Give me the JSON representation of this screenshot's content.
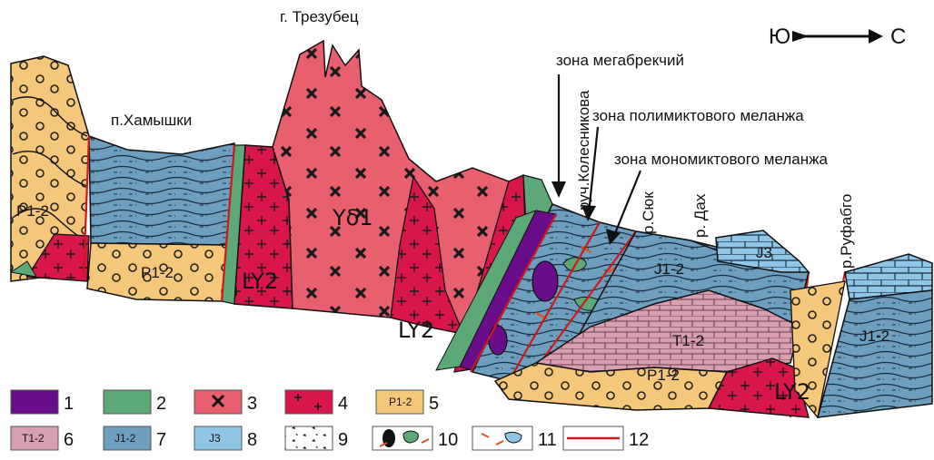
{
  "title_peak": "г. Трезубец",
  "settlement": "п.Хамышки",
  "compass": {
    "south": "Ю",
    "north": "С"
  },
  "zones": {
    "megabreccia": "зона мегабрекчий",
    "polymict": "зона полимиктового меланжа",
    "monomict": "зона мономиктового меланжа"
  },
  "rivers": {
    "kolesnikova": "руч.Колесникова",
    "syuk": "р.Сюк",
    "dakh": "р. Дах",
    "rufabgo": "р.Руфабго"
  },
  "units": {
    "p12": "P1-2",
    "t12": "T1-2",
    "j12": "J1-2",
    "j3": "J3",
    "ly2": "LY2",
    "yd1": "Yδ1"
  },
  "legend": [
    {
      "num": "1",
      "color": "#6a0d8a"
    },
    {
      "num": "2",
      "color": "#5da877"
    },
    {
      "num": "3",
      "color": "#e8606f",
      "symbol": "cross-x"
    },
    {
      "num": "4",
      "color": "#d8164a",
      "symbol": "plus"
    },
    {
      "num": "5",
      "color": "#f5c77a",
      "text": "P1-2"
    },
    {
      "num": "6",
      "color": "#d89fb0",
      "text": "T1-2"
    },
    {
      "num": "7",
      "color": "#6f9fbf",
      "text": "J1-2"
    },
    {
      "num": "8",
      "color": "#8fc6e6",
      "text": "J3"
    },
    {
      "num": "9",
      "symbol": "breccia"
    },
    {
      "num": "10",
      "symbol": "polymict-clasts"
    },
    {
      "num": "11",
      "symbol": "monomict-clasts"
    },
    {
      "num": "12",
      "symbol": "fault",
      "color": "#d01818"
    }
  ]
}
